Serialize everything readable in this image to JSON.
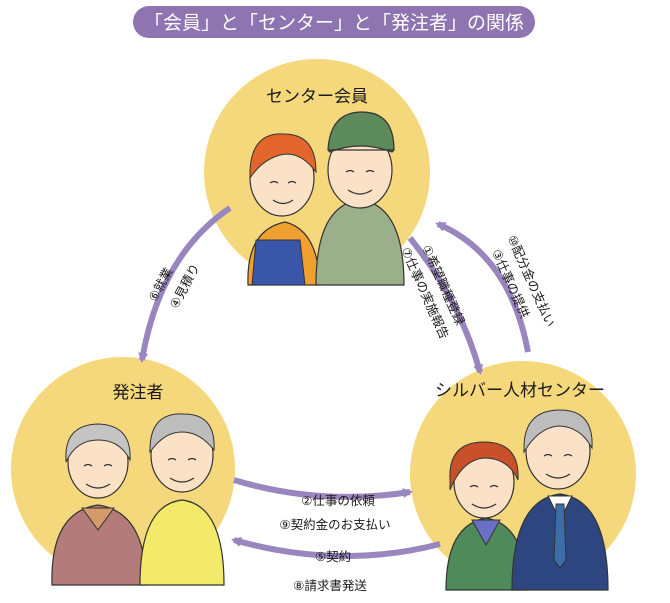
{
  "title": "「会員」と「センター」と「発注者」の関係",
  "nodes": {
    "member": {
      "label": "センター会員"
    },
    "client": {
      "label": "発注者"
    },
    "center": {
      "label": "シルバー人材センター"
    }
  },
  "edges": {
    "member_to_client": [
      "⑥就業",
      "④見積り"
    ],
    "member_to_center": [
      "①希望職種登録",
      "⑦仕事の実施報告"
    ],
    "center_to_member": [
      "⑩配分金の支払い",
      "③仕事の提供"
    ],
    "client_to_center": [
      "②仕事の依頼",
      "⑨契約金のお支払い"
    ],
    "center_to_client": [
      "⑤契約",
      "⑧請求書発送"
    ]
  },
  "colors": {
    "title_bg": "#8e74b0",
    "circle_fill": "#f6d87c",
    "arrow": "#9a86bf"
  }
}
